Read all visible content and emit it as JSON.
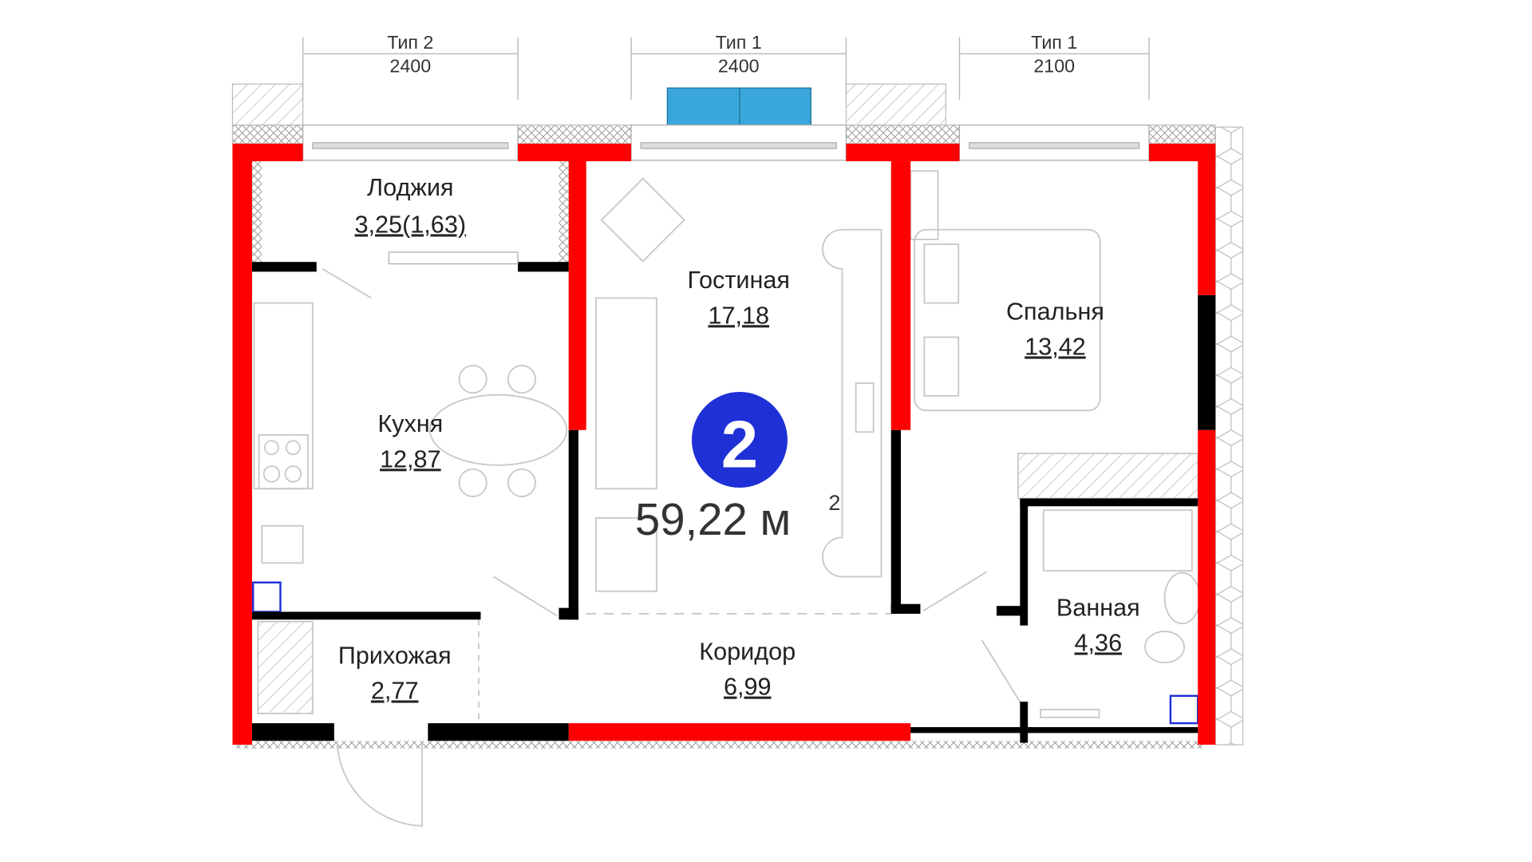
{
  "plan": {
    "total_area": "59,22 м",
    "area_unit_sup": "2",
    "rooms_badge": "2",
    "colors": {
      "bearing_wall": "#ff0000",
      "partition": "#000000",
      "ac_unit": "#3aa7dc",
      "badge": "#1e30d6"
    }
  },
  "windows": [
    {
      "type": "Тип 2",
      "width": "2400"
    },
    {
      "type": "Тип 1",
      "width": "2400"
    },
    {
      "type": "Тип 1",
      "width": "2100"
    }
  ],
  "rooms": [
    {
      "name": "Лоджия",
      "area": "3,25(1,63)"
    },
    {
      "name": "Гостиная",
      "area": "17,18"
    },
    {
      "name": "Спальня",
      "area": "13,42"
    },
    {
      "name": "Кухня",
      "area": "12,87"
    },
    {
      "name": "Прихожая",
      "area": "2,77"
    },
    {
      "name": "Коридор",
      "area": "6,99"
    },
    {
      "name": "Ванная",
      "area": "4,36"
    }
  ]
}
